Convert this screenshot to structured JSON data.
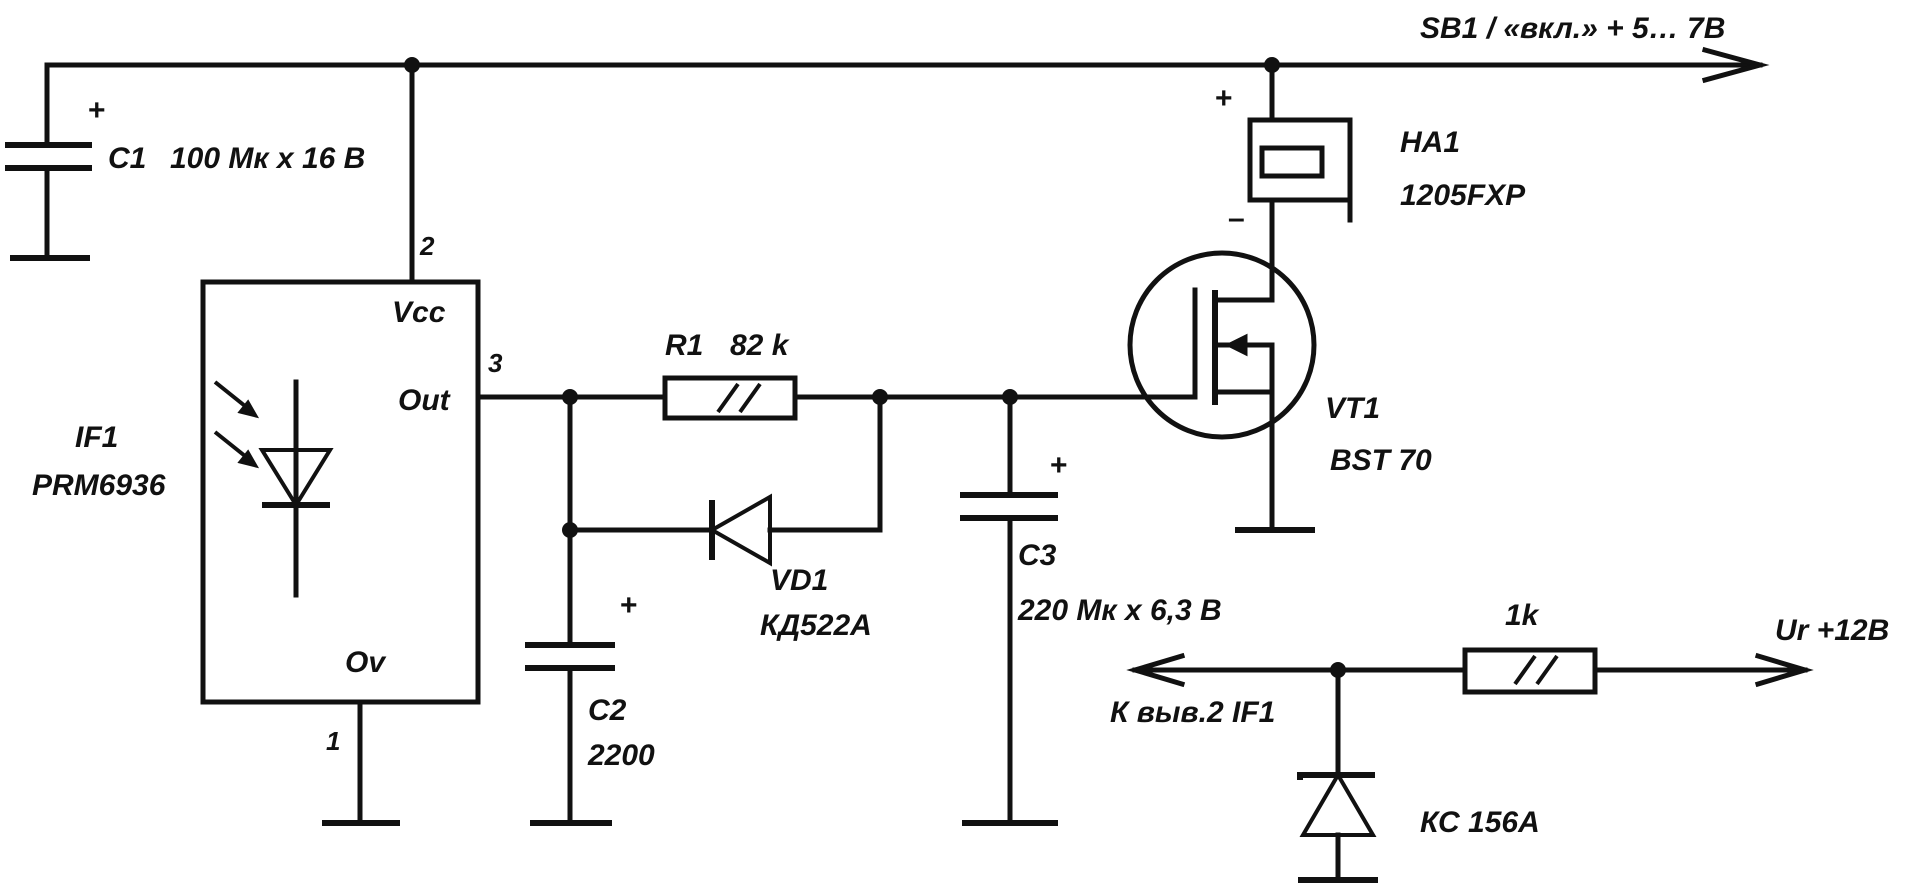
{
  "supply_label": "SB1 / «вкл.» + 5… 7В",
  "c1": {
    "ref": "C1",
    "value": "100 Мк x 16 В",
    "polarity": "+"
  },
  "if1": {
    "ref": "IF1",
    "part": "PRM6936",
    "pin_vcc": "Vcc",
    "pin_out": "Out",
    "pin_gnd": "Ov",
    "pin2": "2",
    "pin3": "3",
    "pin1": "1"
  },
  "r1": {
    "ref": "R1",
    "value": "82 k"
  },
  "vd1": {
    "ref": "VD1",
    "part": "КД522А"
  },
  "c2": {
    "ref": "C2",
    "value": "2200",
    "polarity": "+"
  },
  "c3": {
    "ref": "C3",
    "value": "220 Мк x 6,3 В",
    "polarity": "+"
  },
  "ha1": {
    "ref": "HA1",
    "part": "1205FXP",
    "plus": "+",
    "minus": "–"
  },
  "vt1": {
    "ref": "VT1",
    "part": "BST 70"
  },
  "aux": {
    "resistor": "1k",
    "input": "Ur +12В",
    "output": "К выв.2 IF1",
    "zener": "КС 156А"
  }
}
